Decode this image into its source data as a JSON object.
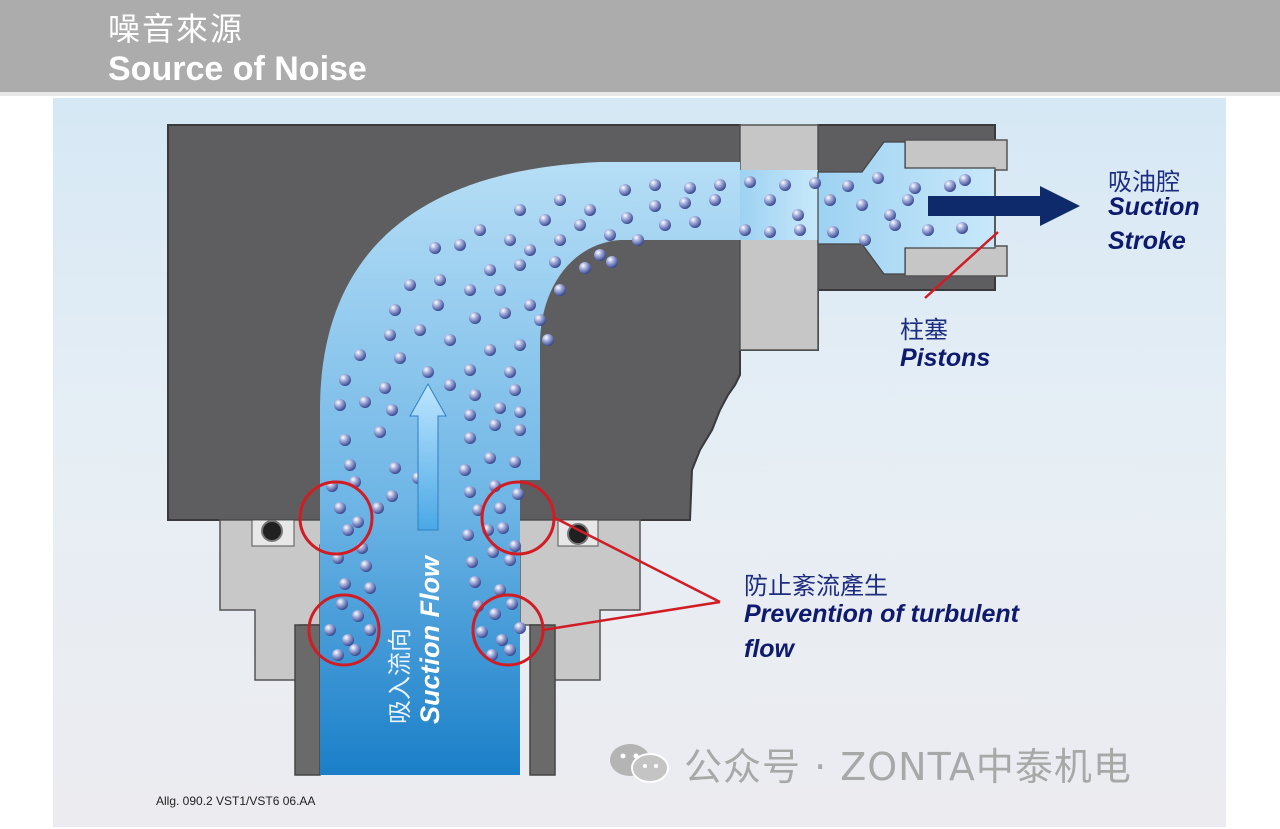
{
  "header": {
    "title_cn": "噪音來源",
    "title_en": "Source of Noise"
  },
  "labels": {
    "suction_cn": "吸油腔",
    "suction_en_1": "Suction",
    "suction_en_2": "Stroke",
    "pistons_cn": "柱塞",
    "pistons_en": "Pistons",
    "turbulent_cn": "防止紊流產生",
    "turbulent_en_1": "Prevention of turbulent",
    "turbulent_en_2": "flow",
    "flow_cn": "吸入流向",
    "flow_en": "Suction Flow"
  },
  "footnote": "Allg. 090.2 VST1/VST6 06.AA",
  "watermark": "公众号 · ZONTA中泰机电",
  "colors": {
    "header_bg": "#acacac",
    "housing": "#5e5e60",
    "fitting": "#c6c6c6",
    "fluid_light": "#9fd2f2",
    "fluid_dark": "#1f86cc",
    "arrow_navy": "#0f2a6a",
    "circle_red": "#d11c24",
    "label_navy": "#1c2a78"
  },
  "icons": {
    "flow_arrow": "up-arrow-icon",
    "suction_arrow": "right-arrow-icon",
    "watermark_logo": "wechat-icon"
  }
}
